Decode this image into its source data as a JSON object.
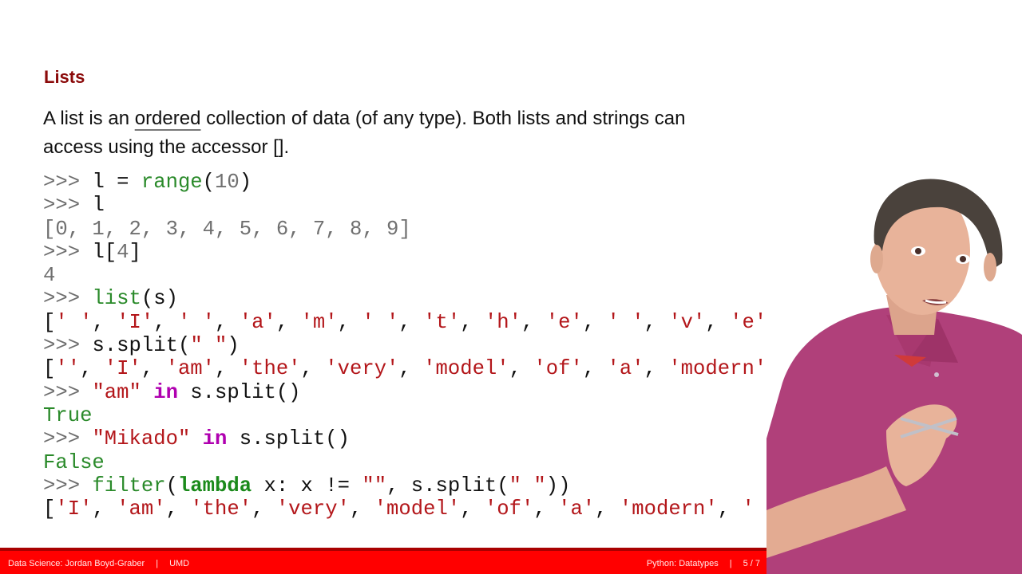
{
  "slide": {
    "title": "Lists",
    "intro": {
      "before": "A list is an ",
      "underlined": "ordered",
      "after": " collection of data (of any type). Both lists and strings can access using the accessor []."
    },
    "code_lines": [
      {
        "prompt": ">>> ",
        "tokens": [
          {
            "t": "l = ",
            "c": "punct"
          },
          {
            "t": "range",
            "c": "builtin"
          },
          {
            "t": "(",
            "c": "punct"
          },
          {
            "t": "10",
            "c": "num"
          },
          {
            "t": ")",
            "c": "punct"
          }
        ]
      },
      {
        "prompt": ">>> ",
        "tokens": [
          {
            "t": "l",
            "c": "punct"
          }
        ]
      },
      {
        "prompt": "",
        "tokens": [
          {
            "t": "[0, 1, 2, 3, 4, 5, 6, 7, 8, 9]",
            "c": "out"
          }
        ]
      },
      {
        "prompt": ">>> ",
        "tokens": [
          {
            "t": "l[",
            "c": "punct"
          },
          {
            "t": "4",
            "c": "num"
          },
          {
            "t": "]",
            "c": "punct"
          }
        ]
      },
      {
        "prompt": "",
        "tokens": [
          {
            "t": "4",
            "c": "out"
          }
        ]
      },
      {
        "prompt": ">>> ",
        "tokens": [
          {
            "t": "list",
            "c": "builtin"
          },
          {
            "t": "(s)",
            "c": "punct"
          }
        ]
      },
      {
        "prompt": "",
        "tokens": [
          {
            "t": "[",
            "c": "punct"
          },
          {
            "t": "' '",
            "c": "str"
          },
          {
            "t": ", ",
            "c": "punct"
          },
          {
            "t": "'I'",
            "c": "str"
          },
          {
            "t": ", ",
            "c": "punct"
          },
          {
            "t": "' '",
            "c": "str"
          },
          {
            "t": ", ",
            "c": "punct"
          },
          {
            "t": "'a'",
            "c": "str"
          },
          {
            "t": ", ",
            "c": "punct"
          },
          {
            "t": "'m'",
            "c": "str"
          },
          {
            "t": ", ",
            "c": "punct"
          },
          {
            "t": "' '",
            "c": "str"
          },
          {
            "t": ", ",
            "c": "punct"
          },
          {
            "t": "'t'",
            "c": "str"
          },
          {
            "t": ", ",
            "c": "punct"
          },
          {
            "t": "'h'",
            "c": "str"
          },
          {
            "t": ", ",
            "c": "punct"
          },
          {
            "t": "'e'",
            "c": "str"
          },
          {
            "t": ", ",
            "c": "punct"
          },
          {
            "t": "' '",
            "c": "str"
          },
          {
            "t": ", ",
            "c": "punct"
          },
          {
            "t": "'v'",
            "c": "str"
          },
          {
            "t": ", ",
            "c": "punct"
          },
          {
            "t": "'e'",
            "c": "str"
          }
        ]
      },
      {
        "prompt": ">>> ",
        "tokens": [
          {
            "t": "s.split(",
            "c": "punct"
          },
          {
            "t": "\" \"",
            "c": "str"
          },
          {
            "t": ")",
            "c": "punct"
          }
        ]
      },
      {
        "prompt": "",
        "tokens": [
          {
            "t": "[",
            "c": "punct"
          },
          {
            "t": "''",
            "c": "str"
          },
          {
            "t": ", ",
            "c": "punct"
          },
          {
            "t": "'I'",
            "c": "str"
          },
          {
            "t": ", ",
            "c": "punct"
          },
          {
            "t": "'am'",
            "c": "str"
          },
          {
            "t": ", ",
            "c": "punct"
          },
          {
            "t": "'the'",
            "c": "str"
          },
          {
            "t": ", ",
            "c": "punct"
          },
          {
            "t": "'very'",
            "c": "str"
          },
          {
            "t": ", ",
            "c": "punct"
          },
          {
            "t": "'model'",
            "c": "str"
          },
          {
            "t": ", ",
            "c": "punct"
          },
          {
            "t": "'of'",
            "c": "str"
          },
          {
            "t": ", ",
            "c": "punct"
          },
          {
            "t": "'a'",
            "c": "str"
          },
          {
            "t": ", ",
            "c": "punct"
          },
          {
            "t": "'modern'",
            "c": "str"
          }
        ]
      },
      {
        "prompt": ">>> ",
        "tokens": [
          {
            "t": "\"am\"",
            "c": "str"
          },
          {
            "t": " ",
            "c": "punct"
          },
          {
            "t": "in",
            "c": "kw"
          },
          {
            "t": " s.split()",
            "c": "punct"
          }
        ]
      },
      {
        "prompt": "",
        "tokens": [
          {
            "t": "True",
            "c": "bool"
          }
        ]
      },
      {
        "prompt": ">>> ",
        "tokens": [
          {
            "t": "\"Mikado\"",
            "c": "str"
          },
          {
            "t": " ",
            "c": "punct"
          },
          {
            "t": "in",
            "c": "kw"
          },
          {
            "t": " s.split()",
            "c": "punct"
          }
        ]
      },
      {
        "prompt": "",
        "tokens": [
          {
            "t": "False",
            "c": "bool"
          }
        ]
      },
      {
        "prompt": ">>> ",
        "tokens": [
          {
            "t": "filter",
            "c": "builtin"
          },
          {
            "t": "(",
            "c": "punct"
          },
          {
            "t": "lambda",
            "c": "kwg"
          },
          {
            "t": " x: x != ",
            "c": "punct"
          },
          {
            "t": "\"\"",
            "c": "str"
          },
          {
            "t": ", s.split(",
            "c": "punct"
          },
          {
            "t": "\" \"",
            "c": "str"
          },
          {
            "t": "))",
            "c": "punct"
          }
        ]
      },
      {
        "prompt": "",
        "tokens": [
          {
            "t": "[",
            "c": "punct"
          },
          {
            "t": "'I'",
            "c": "str"
          },
          {
            "t": ", ",
            "c": "punct"
          },
          {
            "t": "'am'",
            "c": "str"
          },
          {
            "t": ", ",
            "c": "punct"
          },
          {
            "t": "'the'",
            "c": "str"
          },
          {
            "t": ", ",
            "c": "punct"
          },
          {
            "t": "'very'",
            "c": "str"
          },
          {
            "t": ", ",
            "c": "punct"
          },
          {
            "t": "'model'",
            "c": "str"
          },
          {
            "t": ", ",
            "c": "punct"
          },
          {
            "t": "'of'",
            "c": "str"
          },
          {
            "t": ", ",
            "c": "punct"
          },
          {
            "t": "'a'",
            "c": "str"
          },
          {
            "t": ", ",
            "c": "punct"
          },
          {
            "t": "'modern'",
            "c": "str"
          },
          {
            "t": ", ",
            "c": "punct"
          },
          {
            "t": "'",
            "c": "str"
          }
        ]
      }
    ]
  },
  "footer": {
    "course": "Data Science: Jordan Boyd-Graber",
    "institution": "UMD",
    "topic": "Python: Datatypes",
    "page": "5 / 7",
    "separator": "|"
  },
  "colors": {
    "title": "#8b0a0a",
    "footer_bg": "#ff0000",
    "footer_stripe": "#a80000",
    "string": "#b3161a",
    "builtin": "#2a8a2a",
    "keyword": "#b000b0",
    "prompt": "#6e6e6e"
  },
  "presenter": {
    "shirt_color": "#b0407a",
    "skin_color": "#e8b39a",
    "hair_color": "#4a423c"
  }
}
